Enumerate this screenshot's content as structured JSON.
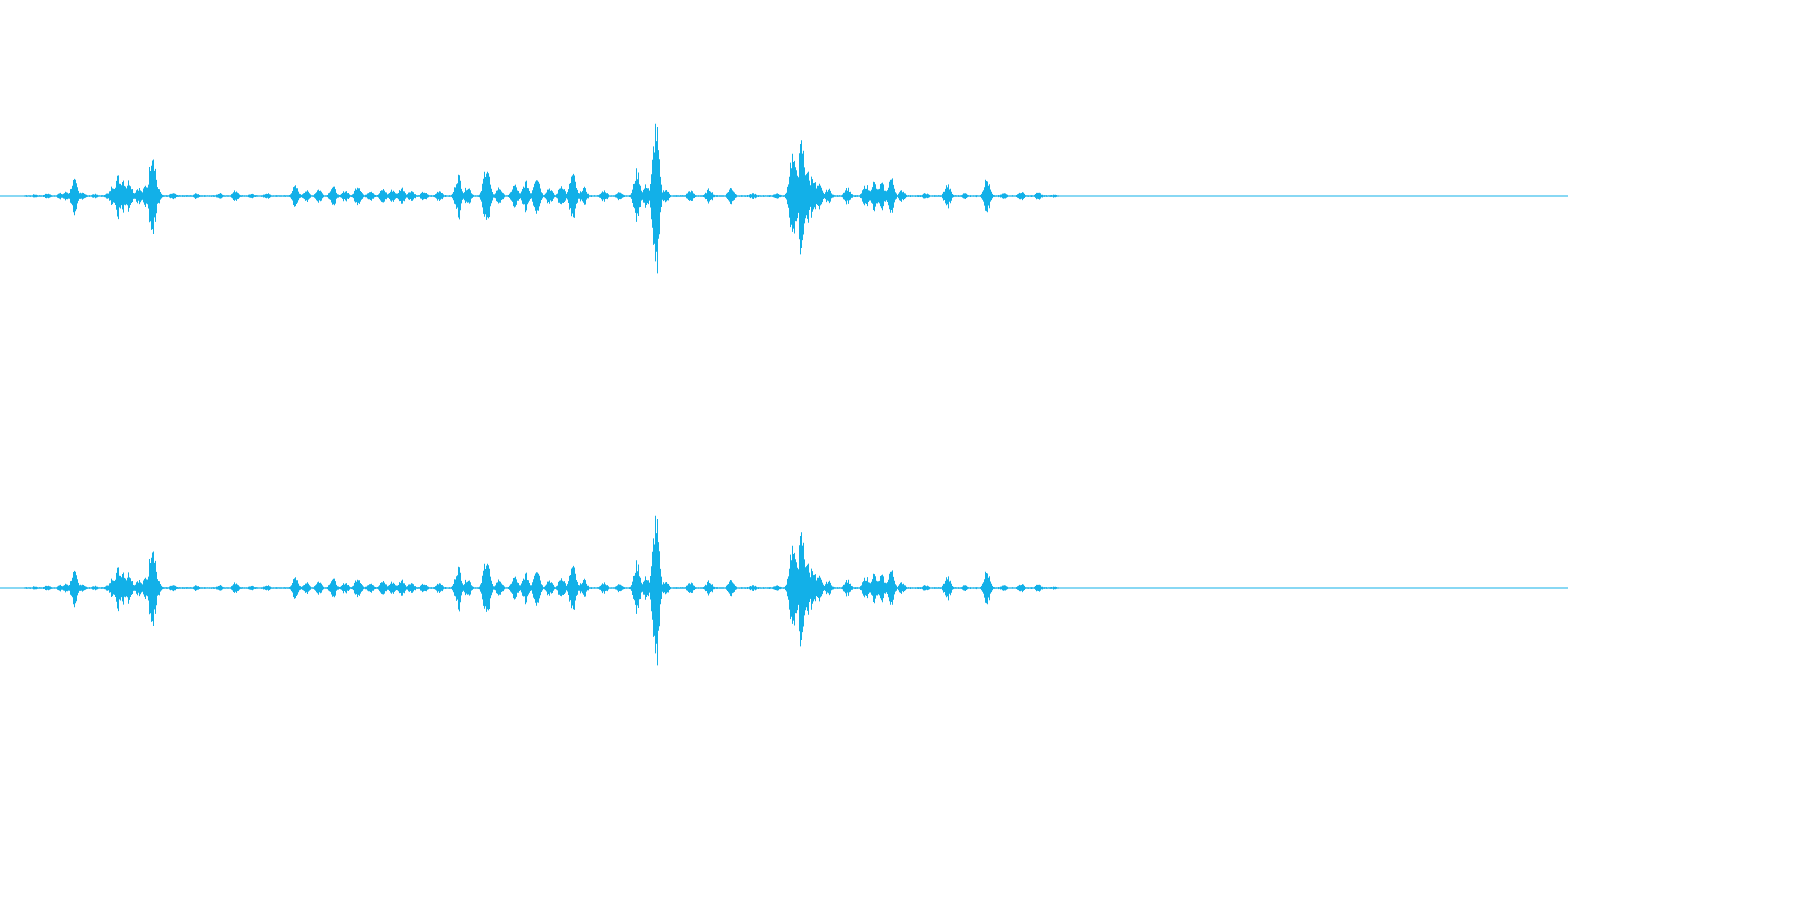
{
  "waveform": {
    "color": "#12b0e8",
    "background": "#ffffff",
    "channels": [
      {
        "name": "left-channel"
      },
      {
        "name": "right-channel"
      }
    ],
    "bursts": [
      {
        "t": 0.022,
        "a": 0.012
      },
      {
        "t": 0.03,
        "a": 0.018
      },
      {
        "t": 0.038,
        "a": 0.02
      },
      {
        "t": 0.042,
        "a": 0.03
      },
      {
        "t": 0.047,
        "a": 0.115
      },
      {
        "t": 0.052,
        "a": 0.03
      },
      {
        "t": 0.06,
        "a": 0.015
      },
      {
        "t": 0.068,
        "a": 0.018
      },
      {
        "t": 0.072,
        "a": 0.08
      },
      {
        "t": 0.075,
        "a": 0.14
      },
      {
        "t": 0.078,
        "a": 0.13
      },
      {
        "t": 0.082,
        "a": 0.11
      },
      {
        "t": 0.088,
        "a": 0.06
      },
      {
        "t": 0.093,
        "a": 0.08
      },
      {
        "t": 0.097,
        "a": 0.35
      },
      {
        "t": 0.1,
        "a": 0.06
      },
      {
        "t": 0.11,
        "a": 0.02
      },
      {
        "t": 0.125,
        "a": 0.018
      },
      {
        "t": 0.14,
        "a": 0.02
      },
      {
        "t": 0.15,
        "a": 0.04
      },
      {
        "t": 0.16,
        "a": 0.015
      },
      {
        "t": 0.17,
        "a": 0.02
      },
      {
        "t": 0.188,
        "a": 0.07
      },
      {
        "t": 0.195,
        "a": 0.04
      },
      {
        "t": 0.203,
        "a": 0.05
      },
      {
        "t": 0.212,
        "a": 0.07
      },
      {
        "t": 0.22,
        "a": 0.04
      },
      {
        "t": 0.228,
        "a": 0.08
      },
      {
        "t": 0.236,
        "a": 0.04
      },
      {
        "t": 0.244,
        "a": 0.05
      },
      {
        "t": 0.25,
        "a": 0.045
      },
      {
        "t": 0.256,
        "a": 0.06
      },
      {
        "t": 0.262,
        "a": 0.04
      },
      {
        "t": 0.27,
        "a": 0.03
      },
      {
        "t": 0.28,
        "a": 0.04
      },
      {
        "t": 0.292,
        "a": 0.15
      },
      {
        "t": 0.298,
        "a": 0.07
      },
      {
        "t": 0.31,
        "a": 0.23
      },
      {
        "t": 0.318,
        "a": 0.06
      },
      {
        "t": 0.328,
        "a": 0.08
      },
      {
        "t": 0.335,
        "a": 0.1
      },
      {
        "t": 0.342,
        "a": 0.16
      },
      {
        "t": 0.35,
        "a": 0.06
      },
      {
        "t": 0.358,
        "a": 0.08
      },
      {
        "t": 0.365,
        "a": 0.16
      },
      {
        "t": 0.372,
        "a": 0.06
      },
      {
        "t": 0.385,
        "a": 0.04
      },
      {
        "t": 0.395,
        "a": 0.03
      },
      {
        "t": 0.406,
        "a": 0.18
      },
      {
        "t": 0.412,
        "a": 0.08
      },
      {
        "t": 0.418,
        "a": 0.52
      },
      {
        "t": 0.424,
        "a": 0.05
      },
      {
        "t": 0.44,
        "a": 0.04
      },
      {
        "t": 0.452,
        "a": 0.05
      },
      {
        "t": 0.466,
        "a": 0.06
      },
      {
        "t": 0.48,
        "a": 0.02
      },
      {
        "t": 0.495,
        "a": 0.02
      },
      {
        "t": 0.505,
        "a": 0.3
      },
      {
        "t": 0.508,
        "a": 0.22
      },
      {
        "t": 0.511,
        "a": 0.38
      },
      {
        "t": 0.514,
        "a": 0.21
      },
      {
        "t": 0.518,
        "a": 0.15
      },
      {
        "t": 0.522,
        "a": 0.08
      },
      {
        "t": 0.528,
        "a": 0.05
      },
      {
        "t": 0.54,
        "a": 0.06
      },
      {
        "t": 0.552,
        "a": 0.08
      },
      {
        "t": 0.557,
        "a": 0.1
      },
      {
        "t": 0.562,
        "a": 0.09
      },
      {
        "t": 0.568,
        "a": 0.13
      },
      {
        "t": 0.575,
        "a": 0.04
      },
      {
        "t": 0.59,
        "a": 0.02
      },
      {
        "t": 0.604,
        "a": 0.08
      },
      {
        "t": 0.615,
        "a": 0.02
      },
      {
        "t": 0.629,
        "a": 0.12
      },
      {
        "t": 0.64,
        "a": 0.02
      },
      {
        "t": 0.651,
        "a": 0.03
      },
      {
        "t": 0.662,
        "a": 0.025
      },
      {
        "t": 0.672,
        "a": 0.01
      }
    ],
    "noise_end": 0.674
  }
}
